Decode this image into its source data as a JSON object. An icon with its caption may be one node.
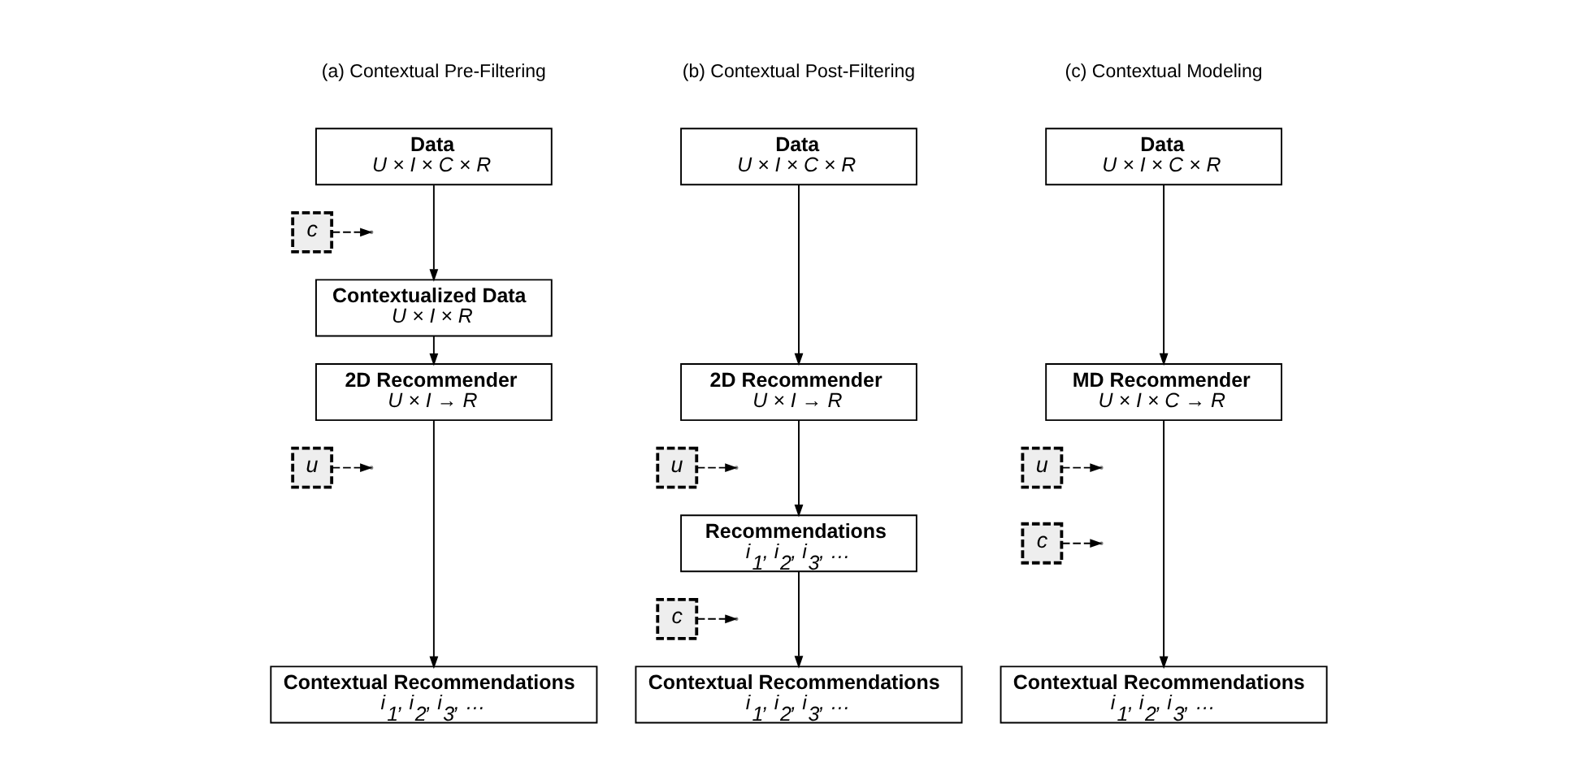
{
  "diagram": {
    "nodes": [
      {
        "text": [
          "Data",
          "U × I × C × R"
        ]
      },
      {
        "text": [
          "c"
        ]
      },
      {
        "text": [
          "Contextualized Data",
          "U × I × R"
        ]
      },
      {
        "text": [
          "2D Recommender",
          "U × I → R"
        ]
      },
      {
        "text": [
          "u"
        ]
      },
      {
        "text": [
          "Contextual Recommendations",
          "i$_{1}$, i$_{2}$, i$_{3}$, …"
        ]
      },
      {
        "text": [
          "Data",
          "U × I × C × R"
        ]
      },
      {
        "text": [
          "2D Recommender",
          "U × I → R"
        ]
      },
      {
        "text": [
          "u"
        ]
      },
      {
        "text": [
          "Recommendations",
          "i$_{1}$, i$_{2}$, i$_{3}$, …"
        ]
      },
      {
        "text": [
          "c"
        ]
      },
      {
        "text": [
          "Contextual Recommendations",
          "i$_{1}$, i$_{2}$, i$_{3}$, …"
        ]
      },
      {
        "text": [
          "Data",
          "U × I × C × R"
        ]
      },
      {
        "text": [
          "MD Recommender",
          "U × I × C → R"
        ]
      },
      {
        "text": [
          "u"
        ]
      },
      {
        "text": [
          "c"
        ]
      },
      {
        "text": [
          "Contextual Recommendations",
          "i$_{1}$, i$_{2}$, i$_{3}$, …"
        ]
      }
    ],
    "edges": [
      {
        "from": 0,
        "to": 2,
        "arrow": "to"
      },
      {
        "from": 1,
        "to": null,
        "arrow": "to",
        "style": "dashed"
      },
      {
        "from": 2,
        "to": 3,
        "arrow": "to"
      },
      {
        "from": 3,
        "to": 5,
        "arrow": "to"
      },
      {
        "from": 4,
        "to": null,
        "arrow": "to",
        "style": "dashed"
      },
      {
        "from": 6,
        "to": 7,
        "arrow": "to"
      },
      {
        "from": 7,
        "to": 9,
        "arrow": "to"
      },
      {
        "from": 8,
        "to": null,
        "arrow": "to",
        "style": "dashed"
      },
      {
        "from": 9,
        "to": 11,
        "arrow": "to"
      },
      {
        "from": 10,
        "to": null,
        "arrow": "to",
        "style": "dashed"
      },
      {
        "from": 12,
        "to": 13,
        "arrow": "to"
      },
      {
        "from": 13,
        "to": 16,
        "arrow": "to"
      },
      {
        "from": 14,
        "to": null,
        "arrow": "to",
        "style": "dashed"
      },
      {
        "from": 15,
        "to": null,
        "arrow": "to",
        "style": "dashed"
      }
    ],
    "labels": [
      "(a) Contextual Pre-Filtering",
      "(b) Contextual Post-Filtering",
      "(c) Contextual Modeling"
    ]
  }
}
